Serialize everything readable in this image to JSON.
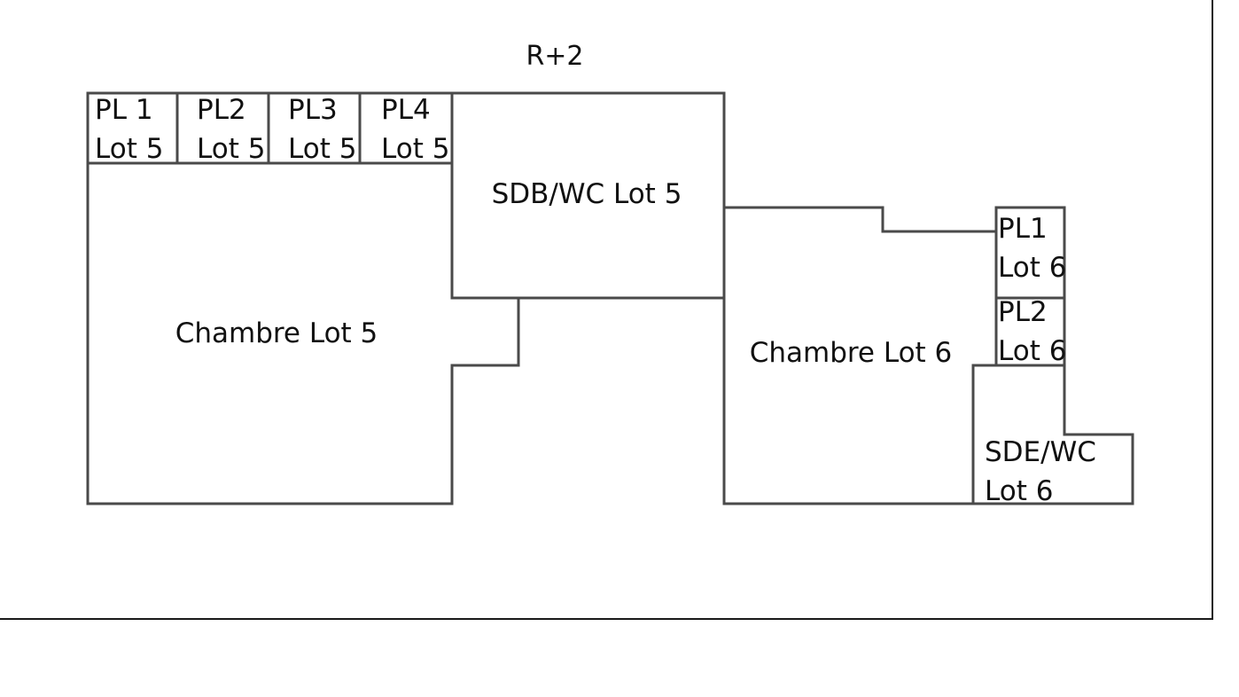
{
  "title": "R+2",
  "rooms": {
    "lot5": {
      "pl1": [
        "PL 1",
        "Lot 5"
      ],
      "pl2": [
        "PL2",
        "Lot 5"
      ],
      "pl3": [
        "PL3",
        "Lot 5"
      ],
      "pl4": [
        "PL4",
        "Lot 5"
      ],
      "sdb": "SDB/WC Lot 5",
      "chambre": "Chambre Lot 5"
    },
    "lot6": {
      "pl1": [
        "PL1",
        "Lot 6"
      ],
      "pl2": [
        "PL2",
        "Lot 6"
      ],
      "chambre": "Chambre Lot 6",
      "sde": [
        "SDE/WC",
        "Lot 6"
      ]
    }
  }
}
